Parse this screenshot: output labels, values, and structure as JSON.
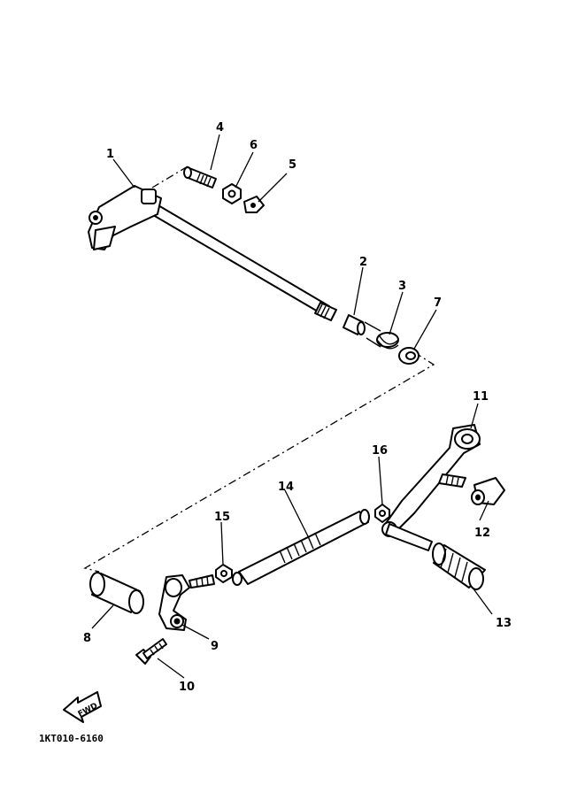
{
  "diagram": {
    "code": "1KT010-6160",
    "fwd_label": "FWD",
    "callouts": [
      "1",
      "2",
      "3",
      "4",
      "5",
      "6",
      "7",
      "8",
      "9",
      "10",
      "11",
      "12",
      "13",
      "14",
      "15",
      "16"
    ]
  }
}
